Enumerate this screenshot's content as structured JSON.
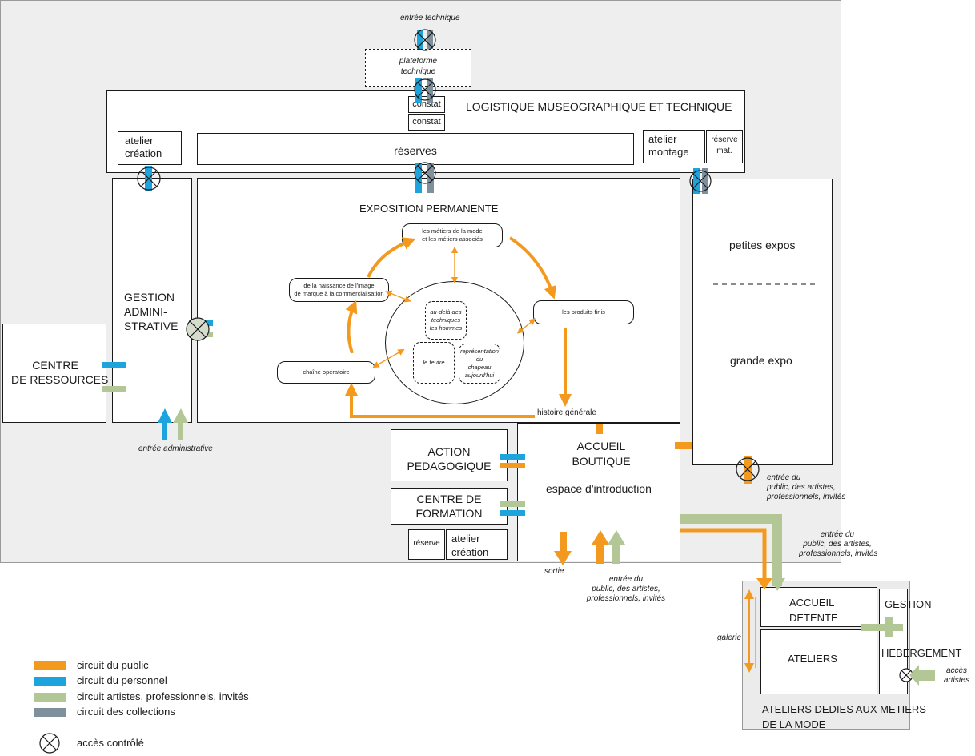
{
  "colors": {
    "public": "#f39a1e",
    "staff": "#1ea4dc",
    "artists": "#b2c795",
    "collections": "#7f909d"
  },
  "entries": {
    "technical": "entrée technique",
    "administrative": "entrée administrative",
    "public_1": "entrée du public, des artistes, professionnels, invités",
    "public_1_lines": [
      "entrée du",
      "public, des artistes,",
      "professionnels, invités"
    ],
    "public_2_lines": [
      "entrée du",
      "public, des artistes,",
      "professionnels, invités"
    ],
    "public_3_lines": [
      "entrée du",
      "public, des artistes,",
      "professionnels, invités"
    ],
    "exit": "sortie",
    "artists_access_lines": [
      "accès",
      "artistes"
    ]
  },
  "rooms": {
    "platform": [
      "plateforme",
      "technique"
    ],
    "logistics_title": "LOGISTIQUE MUSEOGRAPHIQUE ET TECHNIQUE",
    "constat_1": "constat",
    "constat_2": "constat",
    "atelier_creation_top": [
      "atelier",
      "création"
    ],
    "reserves": "réserves",
    "atelier_montage": [
      "atelier",
      "montage"
    ],
    "reserve_mat": [
      "réserve",
      "mat."
    ],
    "gestion_admin": [
      "GESTION",
      "ADMINI-",
      "STRATIVE"
    ],
    "centre_ressources": [
      "CENTRE",
      "DE RESSOURCES"
    ],
    "expo_permanente": "EXPOSITION PERMANENTE",
    "petites_expos": "petites expos",
    "grande_expo": "grande expo",
    "action_pedagogique": [
      "ACTION",
      "PEDAGOGIQUE"
    ],
    "centre_formation": [
      "CENTRE DE",
      "FORMATION"
    ],
    "reserve_small": "réserve",
    "atelier_creation_bottom": [
      "atelier",
      "création"
    ],
    "accueil_boutique": [
      "ACCUEIL",
      "BOUTIQUE"
    ],
    "espace_intro": "espace d'introduction",
    "accueil_detente": [
      "ACCUEIL",
      "DETENTE"
    ],
    "gestion": "GESTION",
    "hebergement": "HEBERGEMENT",
    "ateliers": "ATELIERS",
    "galerie": "galerie",
    "ateliers_dedies": [
      "ATELIERS DEDIES AUX METIERS",
      "DE LA MODE"
    ]
  },
  "exhibition_flow": {
    "metiers": [
      "les métiers de la mode",
      "et les métiers associés"
    ],
    "produits": "les produits finis",
    "naissance": [
      "de la naissance de l'image",
      "de marque à la commercialisation"
    ],
    "chaine": "chaîne opératoire",
    "histoire": "histoire générale",
    "au_dela": [
      "au-delà des",
      "techniques",
      "les hommes"
    ],
    "feutre": "le feutre",
    "representation": [
      "représentation du",
      "chapeau",
      "aujourd'hui"
    ]
  },
  "legend": {
    "items": [
      {
        "label": "circuit du public",
        "color": "#f39a1e"
      },
      {
        "label": "circuit du personnel",
        "color": "#1ea4dc"
      },
      {
        "label": "circuit artistes, professionnels, invités",
        "color": "#b2c795"
      },
      {
        "label": "circuit des collections",
        "color": "#7f909d"
      }
    ],
    "access_label": "accès contrôlé"
  }
}
